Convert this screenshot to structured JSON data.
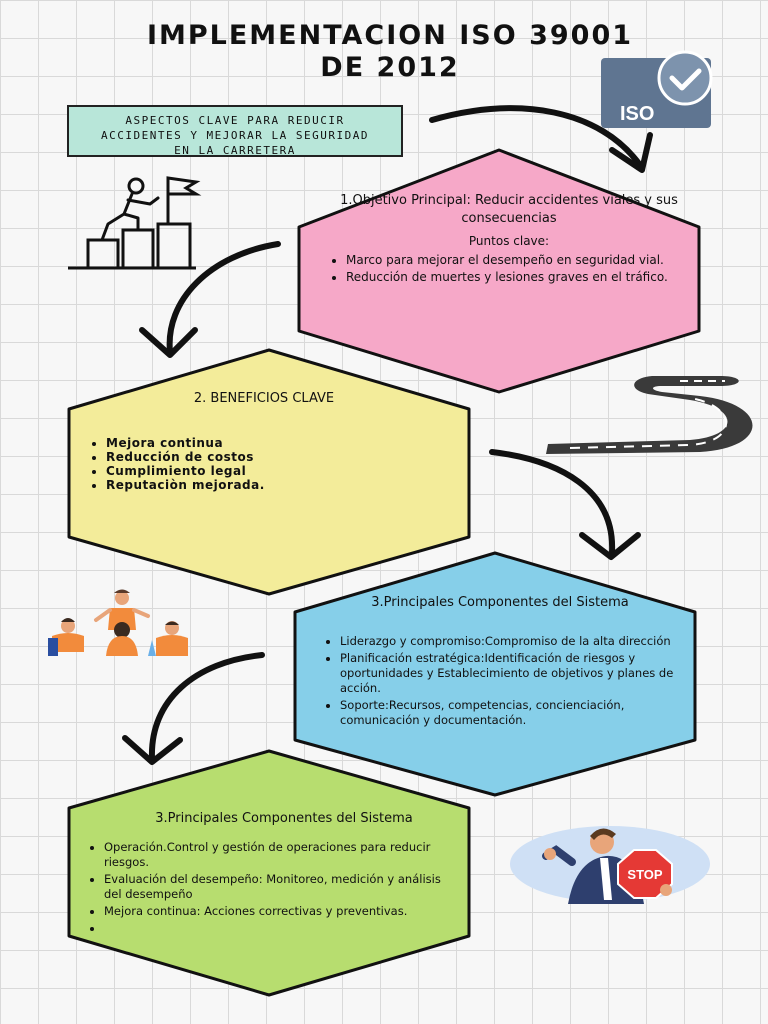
{
  "title": {
    "line1": "IMPLEMENTACION ISO 39001",
    "line2": "DE 2012"
  },
  "subtitle": {
    "line1": "ASPECTOS CLAVE PARA REDUCIR",
    "line2": "ACCIDENTES Y MEJORAR LA SEGURIDAD",
    "line3": "EN LA CARRETERA"
  },
  "iso_logo": {
    "text": "ISO"
  },
  "stop_sign": {
    "text": "STOP"
  },
  "sections": [
    {
      "title": "1.Objetivo Principal: Reducir accidentes viales y sus consecuencias",
      "subheading": "Puntos clave:",
      "items": [
        "Marco para mejorar el desempeño en seguridad vial.",
        "Reducción de muertes y lesiones graves en el tráfico."
      ],
      "color": "#f6a8c8"
    },
    {
      "title": "2. BENEFICIOS CLAVE",
      "items": [
        "Mejora continua",
        "Reducción de costos",
        "Cumplimiento legal",
        "Reputaciòn mejorada."
      ],
      "color": "#f3ec9a"
    },
    {
      "title": "3.Principales Componentes del Sistema",
      "items": [
        "Liderazgo y compromiso:Compromiso de la alta dirección",
        "Planificación estratégica:Identificación de riesgos y oportunidades y Establecimiento de objetivos y planes de acción.",
        "Soporte:Recursos, competencias, concienciación, comunicación y documentación."
      ],
      "color": "#86cfe9"
    },
    {
      "title": "3.Principales Componentes del Sistema",
      "items": [
        "Operación.Control y gestión de operaciones para reducir riesgos.",
        " Evaluación del desempeño: Monitoreo, medición y análisis del desempeño",
        " Mejora continua: Acciones correctivas y preventivas.",
        ""
      ],
      "color": "#b7dd6f"
    }
  ]
}
